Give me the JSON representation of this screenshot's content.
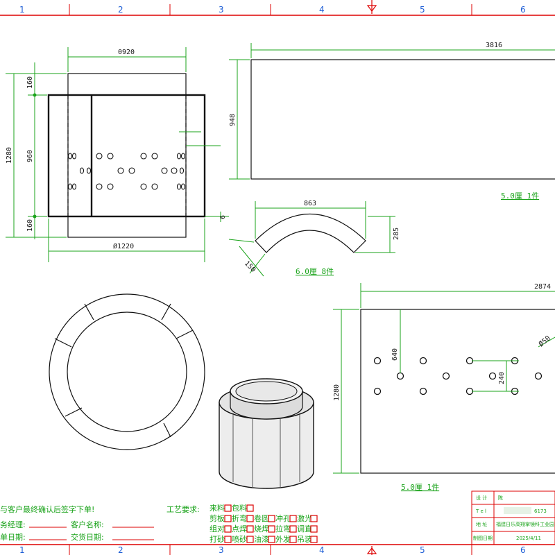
{
  "frame": {
    "top_labels": [
      "1",
      "2",
      "3",
      "4",
      "5",
      "6"
    ],
    "bottom_labels": [
      "1",
      "2",
      "3",
      "4",
      "5",
      "6"
    ]
  },
  "front_view": {
    "dims": {
      "top_width": "0920",
      "bottom_width": "Ø1220",
      "total_height": "1280",
      "top_band": "160",
      "middle": "960",
      "bottom_band": "160",
      "small_right": "6"
    }
  },
  "sheet_a": {
    "width": "3816",
    "height": "948",
    "note": "5.0厘 1件"
  },
  "arc_part": {
    "width": "863",
    "height": "285",
    "thickness": "150",
    "note": "6.0厘 8件"
  },
  "sheet_b": {
    "width": "2874",
    "height": "1280",
    "hole_v": "640",
    "hole_gap": "240",
    "hole_dia": "Ø50",
    "note": "5.0厘 1件"
  },
  "footer": {
    "confirm_text": "与客户最终确认后签字下单!",
    "manager_label": "务经理:",
    "customer_label": "客户名称:",
    "order_date_label": "单日期:",
    "delivery_label": "交货日期:",
    "process_title": "工艺要求:",
    "process_rows": [
      [
        "来料",
        "包料"
      ],
      [
        "剪板",
        "折弯",
        "卷圆",
        "冲孔",
        "激光"
      ],
      [
        "组对",
        "点焊",
        "烧焊",
        "拉弯",
        "调直"
      ],
      [
        "打砂",
        "喷砂",
        "油漆",
        "外发",
        "吊装"
      ]
    ]
  },
  "title_block": {
    "design_label": "设 计",
    "design_value": "陈",
    "tel_label": "T e l",
    "tel_value": "6173",
    "addr_label": "地 址",
    "addr_value": "福建日乐高翔掌镜科工业园",
    "date_label": "制图日期",
    "date_value": "2025/4/11"
  },
  "colors": {
    "dimension": "#1aa31a",
    "frame_red": "#d00000",
    "frame_blue": "#1f5fd6"
  }
}
